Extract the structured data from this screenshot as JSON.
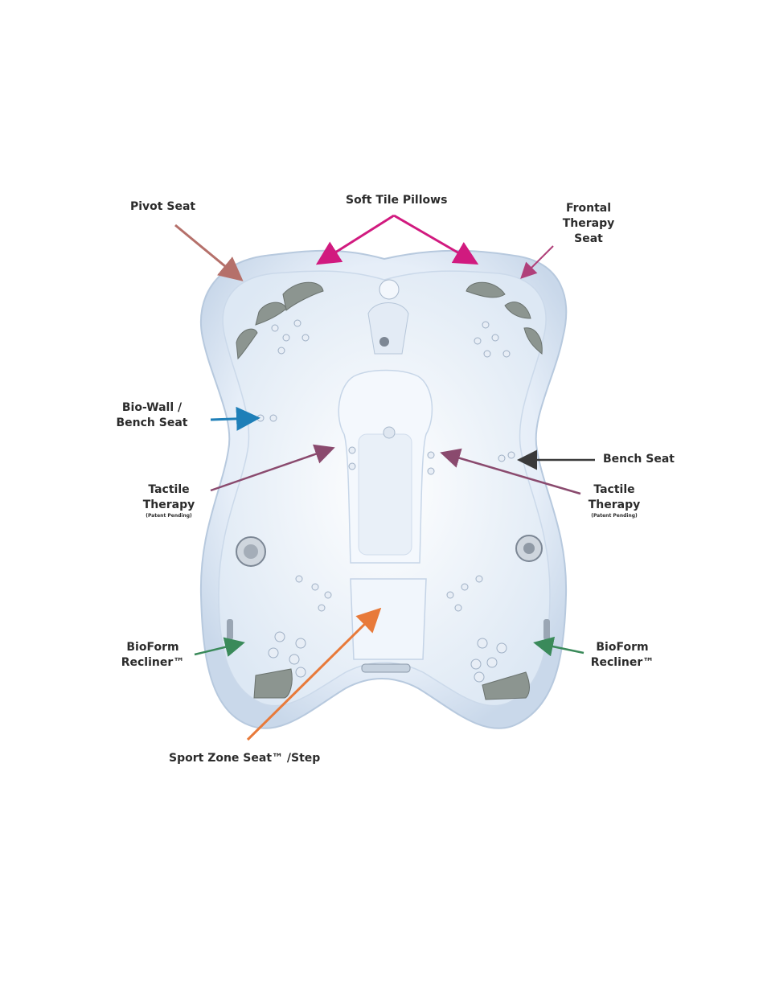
{
  "labels": {
    "pivot_seat": "Pivot Seat",
    "soft_tile_pillows": "Soft Tile Pillows",
    "frontal_therapy": [
      "Frontal",
      "Therapy",
      "Seat"
    ],
    "bio_wall": [
      "Bio-Wall /",
      "Bench Seat"
    ],
    "bench_seat": "Bench Seat",
    "tactile_left": [
      "Tactile",
      "Therapy"
    ],
    "tactile_right": [
      "Tactile",
      "Therapy"
    ],
    "patent_pending": "(Patent Pending)",
    "bioform_left": [
      "BioForm",
      "Recliner™"
    ],
    "bioform_right": [
      "BioForm",
      "Recliner™"
    ],
    "sport_zone": "Sport Zone Seat™ /Step"
  },
  "colors": {
    "pivot": "#b5706a",
    "pillows": "#d11a7f",
    "frontal": "#b0407a",
    "biowall": "#1e7fb8",
    "bench": "#3a3a3a",
    "tactile": "#8a4a6e",
    "bioform": "#3a8a5a",
    "sport": "#e87a3a",
    "tub_shell": "#dfeaf6",
    "tub_inner": "#eef4fb",
    "pillow_fill": "#8c9590"
  }
}
